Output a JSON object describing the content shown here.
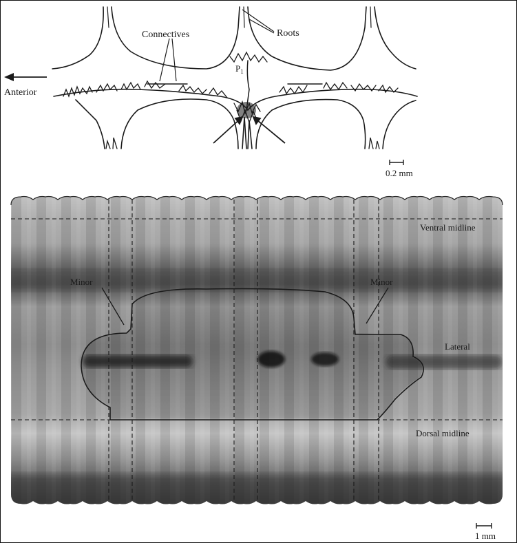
{
  "diagram": {
    "top": {
      "connectives_label": "Connectives",
      "roots_label": "Roots",
      "anterior_label": "Anterior",
      "p_label": "P",
      "p_subscript": "1",
      "scale_label": "0.2 mm"
    },
    "bottom": {
      "ventral_label": "Ventral midline",
      "dorsal_label": "Dorsal midline",
      "lateral_label": "Lateral",
      "minor_left_label": "Minor",
      "minor_right_label": "Minor",
      "scale_label": "1 mm"
    },
    "colors": {
      "ink": "#1a1a1a",
      "photo_base": "#9a9a9a",
      "band_dark": "#3a3a3a"
    }
  }
}
